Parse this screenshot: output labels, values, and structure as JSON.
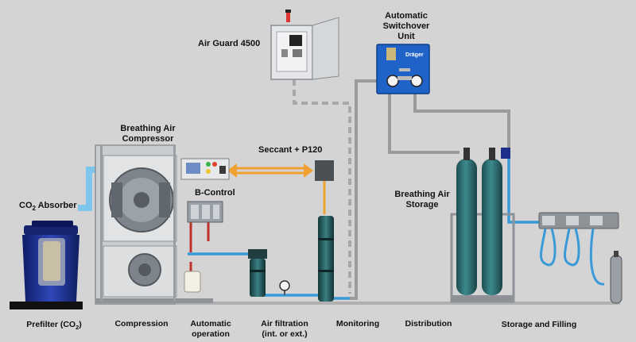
{
  "labels": {
    "air_guard": "Air Guard 4500",
    "switchover_line1": "Automatic",
    "switchover_line2": "Switchover",
    "switchover_line3": "Unit",
    "compressor_line1": "Breathing Air",
    "compressor_line2": "Compressor",
    "seccant": "Seccant + P120",
    "b_control": "B-Control",
    "co2_absorber_prefix": "CO",
    "co2_absorber_sub": "2",
    "co2_absorber_suffix": " Absorber",
    "storage_line1": "Breathing Air",
    "storage_line2": "Storage",
    "brand": "Dräger"
  },
  "stages": [
    {
      "id": "prefilter",
      "line1_prefix": "Prefilter (CO",
      "line1_sub": "2",
      "line1_suffix": ")",
      "line2": ""
    },
    {
      "id": "compression",
      "line1": "Compression",
      "line2": ""
    },
    {
      "id": "automatic",
      "line1": "Automatic",
      "line2": "operation"
    },
    {
      "id": "filtration",
      "line1": "Air filtration",
      "line2": "(int. or ext.)"
    },
    {
      "id": "monitoring",
      "line1": "Monitoring",
      "line2": ""
    },
    {
      "id": "distribution",
      "line1": "Distribution",
      "line2": ""
    },
    {
      "id": "storage",
      "line1": "Storage and Filling",
      "line2": ""
    }
  ],
  "colors": {
    "background": "#d4d4d4",
    "air_line": "#3a9ad8",
    "signal_line": "#9b9b9b",
    "data_link": "#f0a030",
    "oil_line": "#c0302a",
    "cylinder": "#2e6e72",
    "panel_blue": "#1f62c8",
    "absorber_blue": "#1d2f8a"
  }
}
